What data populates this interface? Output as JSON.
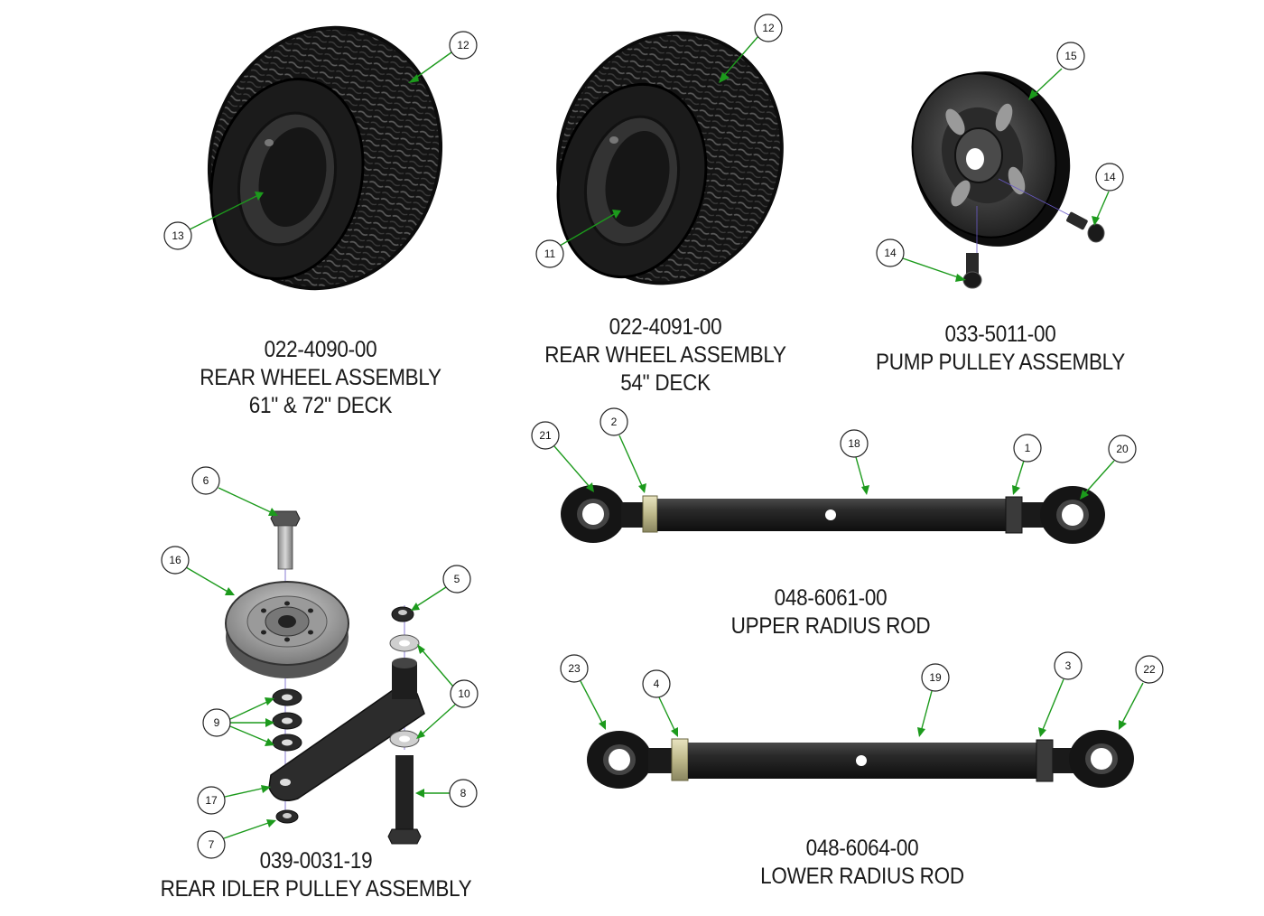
{
  "assemblies": {
    "wheel_61_72": {
      "part_no": "022-4090-00",
      "name": "REAR WHEEL ASSEMBLY",
      "note": "61\" & 72\" DECK"
    },
    "wheel_54": {
      "part_no": "022-4091-00",
      "name": "REAR WHEEL ASSEMBLY",
      "note": "54\" DECK"
    },
    "pump_pulley": {
      "part_no": "033-5011-00",
      "name": "PUMP PULLEY ASSEMBLY"
    },
    "upper_rod": {
      "part_no": "048-6061-00",
      "name": "UPPER RADIUS ROD"
    },
    "idler_pulley": {
      "part_no": "039-0031-19",
      "name": "REAR IDLER PULLEY ASSEMBLY"
    },
    "lower_rod": {
      "part_no": "048-6064-00",
      "name": "LOWER RADIUS ROD"
    }
  },
  "callouts": {
    "w1_tire": "12",
    "w1_rim": "13",
    "w2_tire": "12",
    "w2_rim": "11",
    "pp_pulley": "15",
    "pp_screw_right": "14",
    "pp_screw_bottom": "14",
    "ur_left_end": "21",
    "ur_left_nut": "2",
    "ur_tube": "18",
    "ur_right_nut": "1",
    "ur_right_end": "20",
    "lr_left_end": "23",
    "lr_left_nut": "4",
    "lr_tube": "19",
    "lr_right_nut": "3",
    "lr_right_end": "22",
    "ip_bolt": "6",
    "ip_pulley": "16",
    "ip_locknut": "5",
    "ip_washers_top": "10",
    "ip_spacers": "9",
    "ip_arm": "17",
    "ip_nut": "7",
    "ip_shaft": "8"
  },
  "colors": {
    "leader": "#1c9a1c",
    "part": "#1e1e1e",
    "brass": "#c8c49a"
  }
}
